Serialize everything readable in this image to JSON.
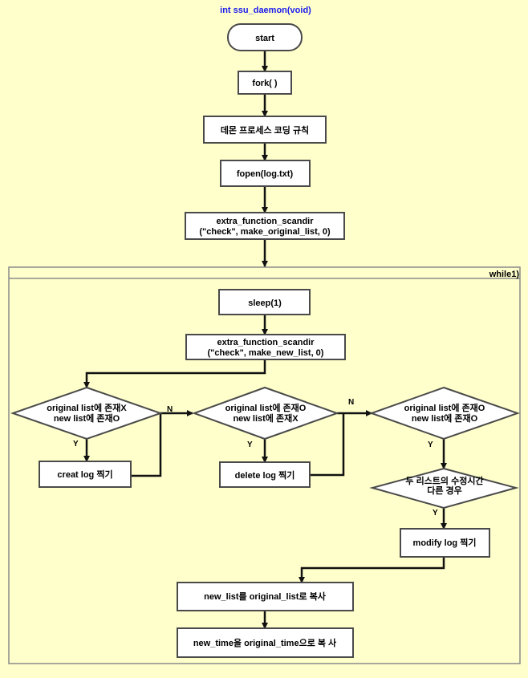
{
  "title": "int ssu_daemon(void)",
  "nodes": {
    "start": "start",
    "fork": "fork( )",
    "daemon_rules": "데몬 프로세스 코딩 규칙",
    "fopen": "fopen(log.txt)",
    "scandir_original": [
      "extra_function_scandir",
      "(\"check\", make_original_list, 0)"
    ],
    "loop_label": "while1)",
    "sleep": "sleep(1)",
    "scandir_new": [
      "extra_function_scandir",
      "(\"check\", make_new_list, 0)"
    ],
    "cond_create": [
      "original list에 존재X",
      "new list에 존재O"
    ],
    "create_log": "creat log 찍기",
    "cond_delete": [
      "original list에 존재O",
      "new list에 존재X"
    ],
    "delete_log": "delete log 찍기",
    "cond_modify": [
      "original list에 존재O",
      "new list에 존재O"
    ],
    "cond_mtime": [
      "두 리스트의 수정시간",
      "다른 경우"
    ],
    "modify_log": "modify log 찍기",
    "copy_list": "new_list를 original_list로 복사",
    "copy_time": "new_time을 original_time으로 복 사"
  },
  "branch_labels": {
    "yes": "Y",
    "no": "N"
  },
  "colors": {
    "background": "#ffffcc",
    "title": "#1a1aee",
    "box_fill": "#ffffff",
    "stroke": "#4a4a4a"
  }
}
